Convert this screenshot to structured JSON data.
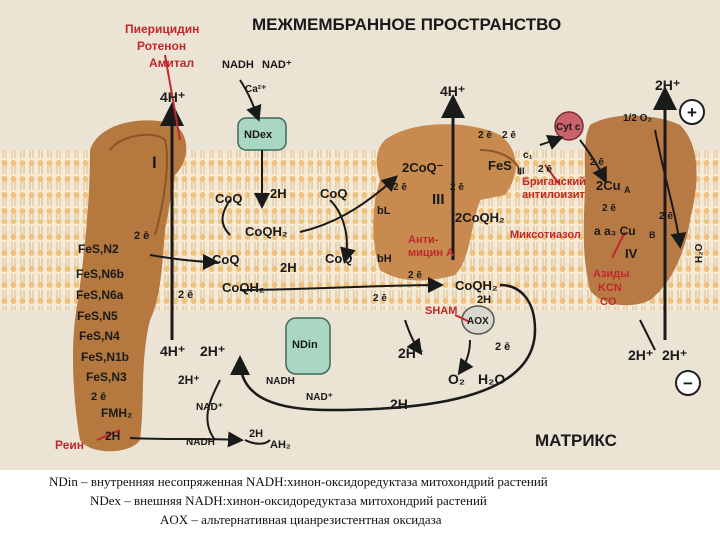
{
  "regions": {
    "intermembrane": "МЕЖМЕМБРАННОЕ ПРОСТРАНСТВО",
    "matrix": "МАТРИКС",
    "plus_sign": "+",
    "minus_sign": "−"
  },
  "complexes": {
    "complex_I": "I",
    "complex_III": "III",
    "complex_IV": "IV",
    "nd_ex": "NDex",
    "nd_in": "NDin",
    "aox": "AOX",
    "cyt_c": "Cyt c"
  },
  "inhibitors": {
    "piericidin": "Пиерицидин",
    "rotenone": "Ротенон",
    "amytal": "Амитал",
    "antimycin_line1": "Анти-",
    "antimycin_line2": "мицин А",
    "brilliant_line1": "Бриганский",
    "brilliant_line2": "антилоизит",
    "myxothiazol": "Миксотиазол",
    "azides": "Азиды",
    "kcn": "KCN",
    "co": "CO",
    "sham": "SHAM",
    "rhein": "Реин"
  },
  "left_labels": {
    "fes_n2": "FeS,N2",
    "fes_n6b": "FeS,N6b",
    "fes_n6a": "FeS,N6a",
    "fes_n5": "FeS,N5",
    "fes_n4": "FeS,N4",
    "fes_n1b": "FeS,N1b",
    "fes_n3": "FeS,N3",
    "fmnh2": "FMH₂",
    "two_e_a": "2 ē",
    "two_e_b": "2 ē",
    "two_e_c": "2 ē",
    "two_h_bottom": "2H"
  },
  "quinones": {
    "coq_1": "CoQ",
    "two_h_1": "2H",
    "coq_2": "CoQ",
    "coqh2_1": "CoQH₂",
    "coq_3": "CoQ",
    "two_h_2": "2H",
    "coq_4": "CoQ",
    "coqh2_2": "CoQH₂"
  },
  "complex3_labels": {
    "two_coq_dot": "2CoQ⁻",
    "fes_iii": "FeS",
    "fes_iii_sub": "III",
    "c1": "c₁",
    "bl": "bL",
    "bh": "bH",
    "two_coqh2": "2CoQH₂",
    "coqh2_lower": "CoQH₂",
    "two_h_lower": "2H",
    "two_e_list": [
      "2 ē",
      "2 ē",
      "2 ē",
      "2 ē",
      "2 ē",
      "2 ē",
      "2 ē"
    ]
  },
  "complex4_labels": {
    "two_cua": "2Cu",
    "cua_sub": "A",
    "a_a3_cub": "a  a₃ Cu",
    "cub_sub": "B",
    "half_o2": "1/2 O₂",
    "h2o": "H₂O",
    "two_e_list": [
      "2 ē",
      "2 ē",
      "2 ē"
    ]
  },
  "protons": {
    "h4_i_top": "4H⁺",
    "h4_iii_top": "4H⁺",
    "h2_iv_top": "2H⁺",
    "h4_i_bottom": "4H⁺",
    "h2_i_bottom": "2H⁺",
    "h2_left_mid": "2H⁺",
    "h2_center": "2H⁺",
    "h2_iv_bottom_1": "2H⁺",
    "h2_iv_bottom_2": "2H⁺",
    "h2_matrix": "2H"
  },
  "cofactors": {
    "nadh_top": "NADH",
    "nad_top": "NAD⁺",
    "ca": "Ca²⁺",
    "nadh_mid": "NADH",
    "nad_mid": "NAD⁺",
    "nad_bottom": "NAD⁺",
    "nadh_bottom": "NADH",
    "two_h_ah": "2H",
    "ah2": "AH₂",
    "o2": "O₂",
    "h2o_aox": "H₂O",
    "two_e_aox": "2 ē"
  },
  "captions": {
    "line1": "NDin – внутренняя несопряженная NADH:хинон-оксидоредуктаза митохондрий растений",
    "line2": "NDex – внешняя NADH:хинон-оксидоредуктаза митохондрий растений",
    "line3": "AOX – альтернативная цианрезистентная оксидаза"
  },
  "colors": {
    "membrane_head": "#f2c890",
    "complex_brown": "#b87a45",
    "complex_light": "#dca66e",
    "protein_green": "#a9d7c4",
    "cyt_red": "#c9626a",
    "inhibitor_red": "#c0282d"
  }
}
